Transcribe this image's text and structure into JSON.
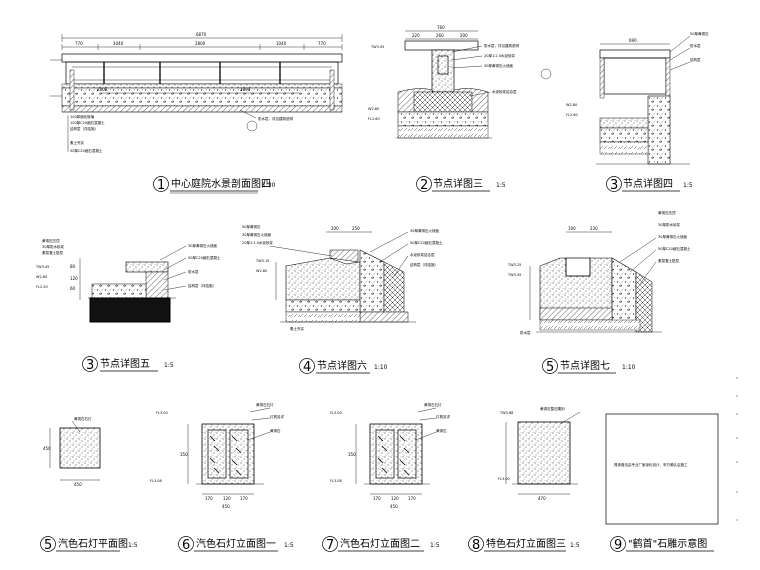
{
  "details": [
    {
      "num": "1",
      "title": "中心庭院水景剖面图四",
      "scale": "1:30"
    },
    {
      "num": "2",
      "title": "节点详图三",
      "scale": "1:5"
    },
    {
      "num": "3",
      "title": "节点详图四",
      "scale": "1:5"
    },
    {
      "num": "3",
      "title": "节点详图五",
      "scale": "1:5"
    },
    {
      "num": "4",
      "title": "节点详图六",
      "scale": "1:10"
    },
    {
      "num": "5",
      "title": "节点详图七",
      "scale": "1:10"
    },
    {
      "num": "5",
      "title": "汽色石灯平面图",
      "scale": "1:5"
    },
    {
      "num": "6",
      "title": "汽色石灯立面图一",
      "scale": "1:5"
    },
    {
      "num": "7",
      "title": "汽色石灯立面图二",
      "scale": "1:5"
    },
    {
      "num": "8",
      "title": "特色石灯立面图三",
      "scale": "1:5"
    },
    {
      "num": "9",
      "title": "\"鹤首\"石雕示意图",
      "scale": ""
    }
  ],
  "dims": {
    "d1_total": "6870",
    "d1_top": [
      "770",
      "1040",
      "2800",
      "1040",
      "770"
    ],
    "d1_mid": "2800",
    "d2_total": "760",
    "d2_parts": [
      "220",
      "260",
      "200"
    ],
    "d3_total": "690",
    "d4_h": [
      "80",
      "120",
      "60",
      "120"
    ],
    "d5_top": [
      "200",
      "250"
    ],
    "d6_top": [
      "100",
      "230"
    ],
    "d7_w": "450",
    "d8_h": "350",
    "d8_w": [
      "170",
      "120",
      "170"
    ],
    "d9_h": "350",
    "d9_w": [
      "170",
      "120",
      "170"
    ],
    "d10_w": "470"
  },
  "levels": {
    "l1": "TW3.05",
    "l2": "TW3.05",
    "l3": "W2.80",
    "l4": "FL2.60",
    "l5": "TW3.05",
    "l6": "W2.60",
    "l7": "FL2.50",
    "l8": "TW3.15",
    "l9": "W2.80",
    "l10": "FL2.60",
    "l11": "TW3.25",
    "l12": "TW3.55",
    "l13": "FL3.00",
    "l14": "FL3.08",
    "l15": "FL3.00",
    "l16": "TW3.68"
  },
  "notes": {
    "n1": [
      "100厚钢化玻璃",
      "100厚C20细石混凝土",
      "结构层（详结施）"
    ],
    "n2": [
      "防水层，详见建筑说明",
      "20厚1:2.5水泥砂浆",
      "30厚黄锈石火烧面"
    ],
    "n3": [
      "水泥砂浆结合层",
      "防水层",
      "结构层（详结施）"
    ],
    "n4": [
      "30厚黄锈石火烧面",
      "50厚C20细石混凝土",
      "素土夯实"
    ],
    "n5": [
      "黄锈石压顶",
      "30厚防水砂浆",
      "素混凝土垫层"
    ],
    "n6": [
      "50厚黄锈石",
      "防水层",
      "结构层"
    ],
    "n7": [
      "黄锈石石灯",
      "灯具另详"
    ],
    "n8": [
      "灯具另详",
      "黄锈石"
    ],
    "n9": [
      "黄锈石整石雕刻"
    ],
    "n10": [
      "具体做法由专业厂家深化设计，甲方确认后施工"
    ]
  }
}
